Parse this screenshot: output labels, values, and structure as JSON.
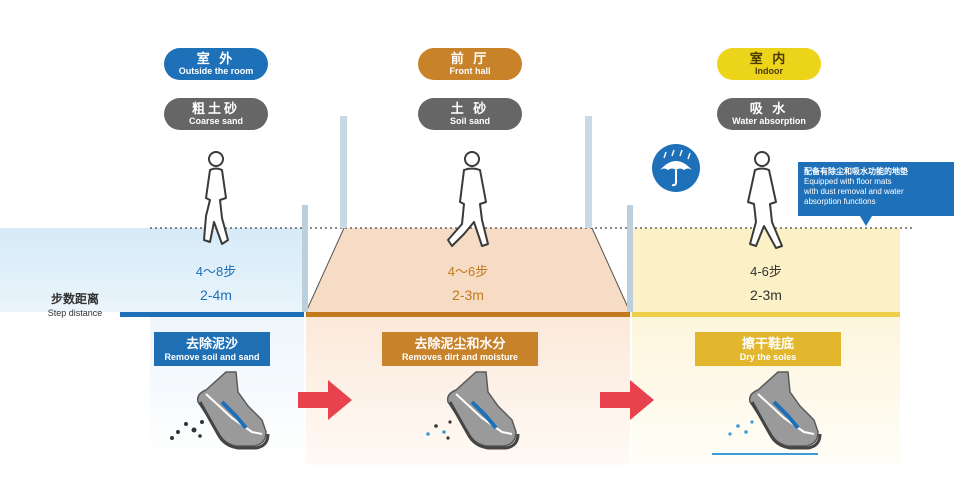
{
  "zones": [
    {
      "zone_label_cn": "室 外",
      "zone_label_en": "Outside the room",
      "zone_color": "#1e70b8",
      "surface_cn": "粗土砂",
      "surface_en": "Coarse sand",
      "steps": "4～8步",
      "distance": "2-4m",
      "steps_color": "#1e70b8",
      "action_cn": "去除泥沙",
      "action_en": "Remove soil and sand",
      "action_color": "#1f6fb5"
    },
    {
      "zone_label_cn": "前 厅",
      "zone_label_en": "Front hall",
      "zone_color": "#c8832a",
      "surface_cn": "土 砂",
      "surface_en": "Soil sand",
      "steps": "4～6步",
      "distance": "2-3m",
      "steps_color": "#c47a1c",
      "action_cn": "去除泥尘和水分",
      "action_en": "Removes dirt and moisture",
      "action_color": "#c8832a"
    },
    {
      "zone_label_cn": "室 内",
      "zone_label_en": "Indoor",
      "zone_color": "#ecd41a",
      "surface_cn": "吸 水",
      "surface_en": "Water absorption",
      "steps": "4-6步",
      "distance": "2-3m",
      "steps_color": "#333333",
      "action_cn": "擦干鞋底",
      "action_en": "Dry the soles",
      "action_color": "#e2b72e"
    }
  ],
  "step_distance_cn": "步数距离",
  "step_distance_en": "Step distance",
  "callout_cn": "配备有除尘和吸水功能的地垫",
  "callout_en_1": "Equipped with floor mats",
  "callout_en_2": "with dust removal and water",
  "callout_en_3": "absorption functions",
  "icons": [
    "walking-person-icon",
    "umbrella-rain-icon",
    "shoe-icon",
    "arrow-right-icon"
  ],
  "colors": {
    "outdoor_bg": "#d6ebf8",
    "hall_bg": "#f6dcc4",
    "indoor_bg": "#fcf0c6",
    "surface_gray": "#666666"
  }
}
